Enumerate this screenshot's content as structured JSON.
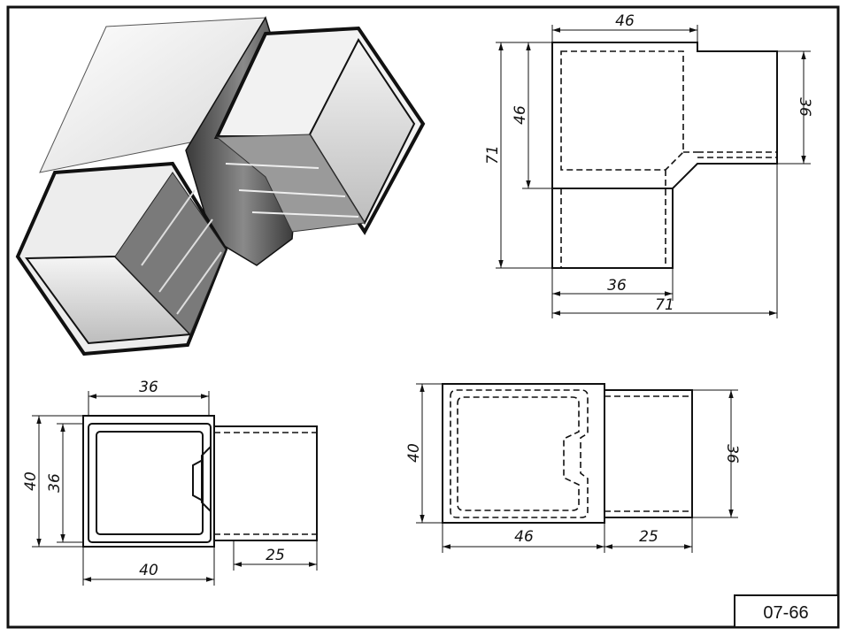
{
  "drawing_code": "07-66",
  "dimensions": {
    "top_right_width": "46",
    "top_right_height_inner": "46",
    "top_right_height_total": "71",
    "top_right_branch_height": "36",
    "top_right_bottom_width": "36",
    "top_right_total_width": "71",
    "bottom_left_inner_width": "36",
    "bottom_left_outer_height": "40",
    "bottom_left_inner_height": "36",
    "bottom_left_outer_width": "40",
    "bottom_left_branch_length": "25",
    "bottom_right_height": "40",
    "bottom_right_branch_height": "36",
    "bottom_right_width": "46",
    "bottom_right_branch_length": "25"
  },
  "colors": {
    "line": "#111111",
    "background": "#ffffff",
    "shade_dark": "#2a2a2a",
    "shade_mid": "#8c8c8c",
    "shade_light": "#e6e6e6"
  }
}
